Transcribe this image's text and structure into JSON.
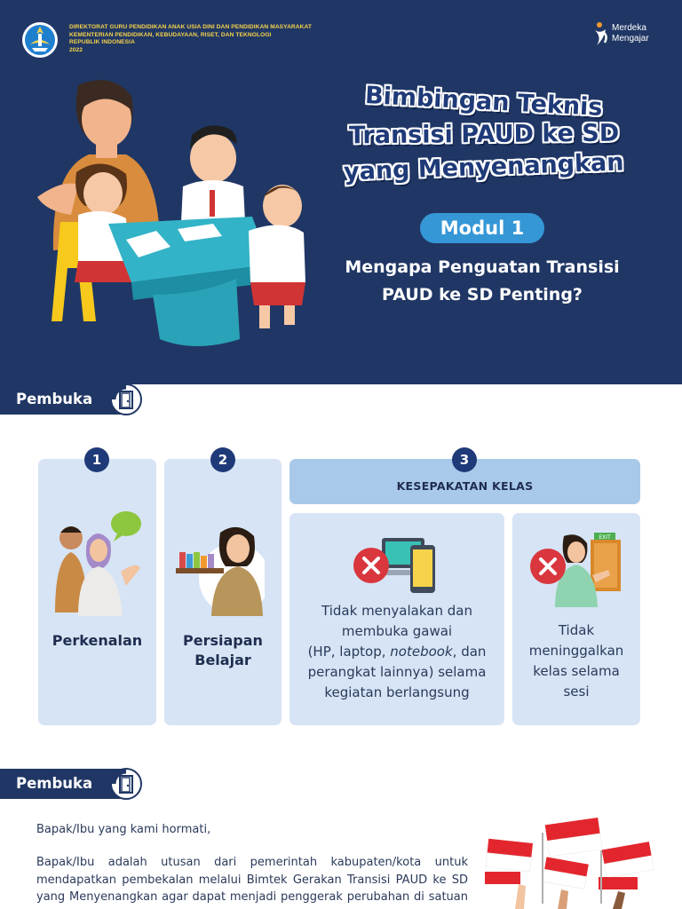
{
  "cover": {
    "org_lines": [
      "DIREKTORAT GURU PENDIDIKAN ANAK USIA DINI DAN PENDIDIKAN MASYARAKAT",
      "KEMENTERIAN PENDIDIKAN, KEBUDAYAAN, RISET, DAN TEKNOLOGI",
      "REPUBLIK INDONESIA",
      "2022"
    ],
    "brand_line1": "Merdeka",
    "brand_line2": "Mengajar",
    "title_lines": [
      "Bimbingan Teknis",
      "Transisi PAUD ke SD",
      "yang Menyenangkan"
    ],
    "module": "Modul 1",
    "subtitle_line1": "Mengapa Penguatan Transisi",
    "subtitle_line2": "PAUD ke SD Penting?"
  },
  "sections": [
    "Pembuka",
    "Pembuka"
  ],
  "steps": {
    "numbers": [
      "1",
      "2",
      "3"
    ],
    "step1_label": "Perkenalan",
    "step2_label_line1": "Persiapan",
    "step2_label_line2": "Belajar",
    "step3_header": "KESEPAKATAN KELAS",
    "rule1": {
      "line1": "Tidak menyalakan dan",
      "line2": "membuka gawai",
      "line3_a": "(HP, laptop, ",
      "line3_em": "notebook",
      "line3_b": ", dan",
      "line4": "perangkat lainnya) selama",
      "line5": "kegiatan berlangsung"
    },
    "rule2": {
      "line1": "Tidak",
      "line2": "meninggalkan",
      "line3": "kelas selama",
      "line4": "sesi"
    },
    "exit_sign": "EXIT"
  },
  "letter": {
    "greeting": "Bapak/Ibu yang kami hormati,",
    "paragraph": "Bapak/Ibu adalah utusan dari pemerintah kabupaten/kota untuk mendapatkan pembekalan melalui Bimtek Gerakan Transisi PAUD ke SD yang Menyenangkan agar dapat menjadi penggerak perubahan di satuan pendidikan tempat Bapak/Ibu bekerja maupun di wilayah tempat Bapak/Ibu"
  },
  "colors": {
    "navy": "#203765",
    "accent_blue": "#3597d6",
    "card_bg": "#d6e4f5",
    "header_bg": "#a9c9ea",
    "gold": "#f6d34a",
    "red_x": "#d9363e"
  }
}
